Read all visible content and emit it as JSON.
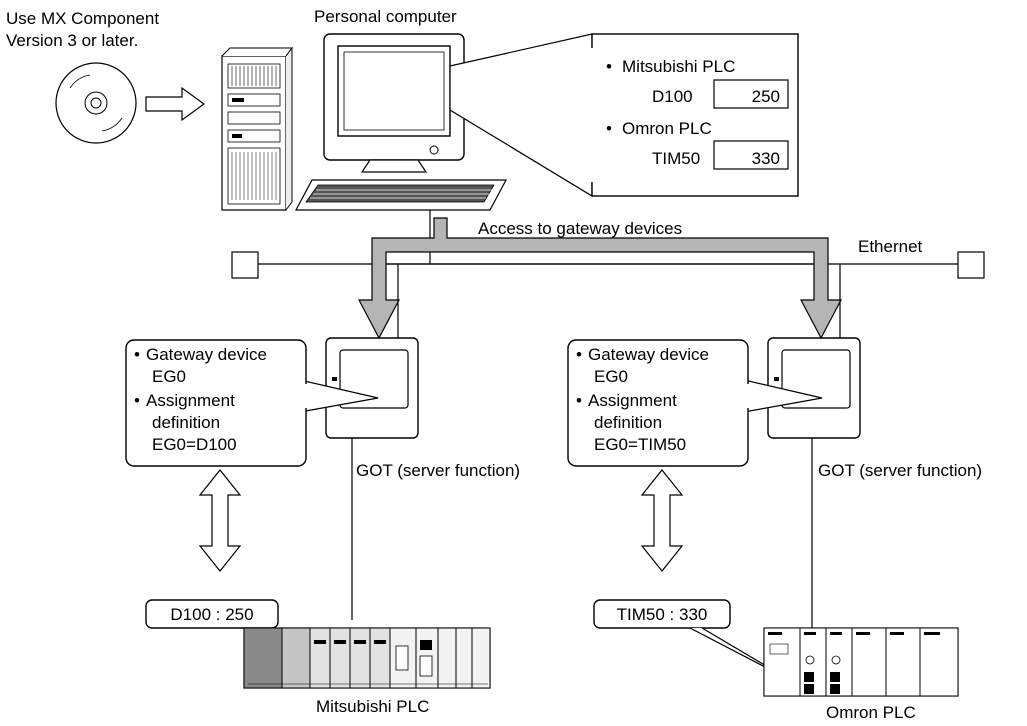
{
  "cd_note": {
    "line1": "Use MX Component",
    "line2": "Version 3 or later."
  },
  "pc": {
    "title": "Personal computer"
  },
  "monitor_callout": {
    "bullet": "•",
    "mitsubishi_label": "Mitsubishi PLC",
    "mitsubishi_device": "D100",
    "mitsubishi_value": "250",
    "omron_label": "Omron PLC",
    "omron_device": "TIM50",
    "omron_value": "330"
  },
  "network": {
    "access_label": "Access to gateway devices",
    "ethernet_label": "Ethernet"
  },
  "got_left": {
    "callout": {
      "bullet": "•",
      "line1": "Gateway device",
      "line2": "EG0",
      "line3": "Assignment",
      "line4": "definition",
      "line5": "EG0=D100"
    },
    "label": "GOT (server function)"
  },
  "got_right": {
    "callout": {
      "bullet": "•",
      "line1": "Gateway device",
      "line2": "EG0",
      "line3": "Assignment",
      "line4": "definition",
      "line5": "EG0=TIM50"
    },
    "label": "GOT (server function)"
  },
  "plc_left": {
    "value_tag": "D100 : 250",
    "label": "Mitsubishi PLC"
  },
  "plc_right": {
    "value_tag": "TIM50 : 330",
    "label": "Omron PLC"
  }
}
